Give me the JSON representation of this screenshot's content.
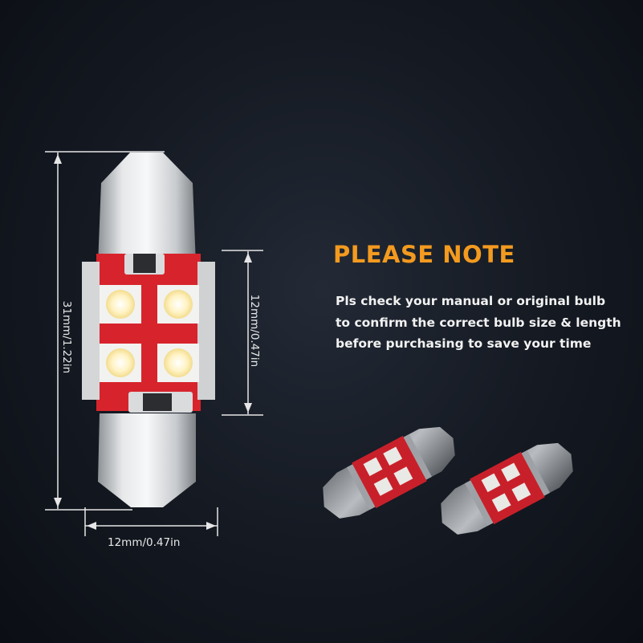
{
  "heading": "PLEASE NOTE",
  "note_lines": [
    "Pls check your manual or original bulb",
    "to confirm the correct bulb size & length",
    "before purchasing to save your time"
  ],
  "dimensions": {
    "length": "31mm/1.22in",
    "board_height": "12mm/0.47in",
    "diameter": "12mm/0.47in"
  },
  "colors": {
    "heading": "#f39a1f",
    "pcb": "#d7242c",
    "led": "#fff6d2"
  }
}
